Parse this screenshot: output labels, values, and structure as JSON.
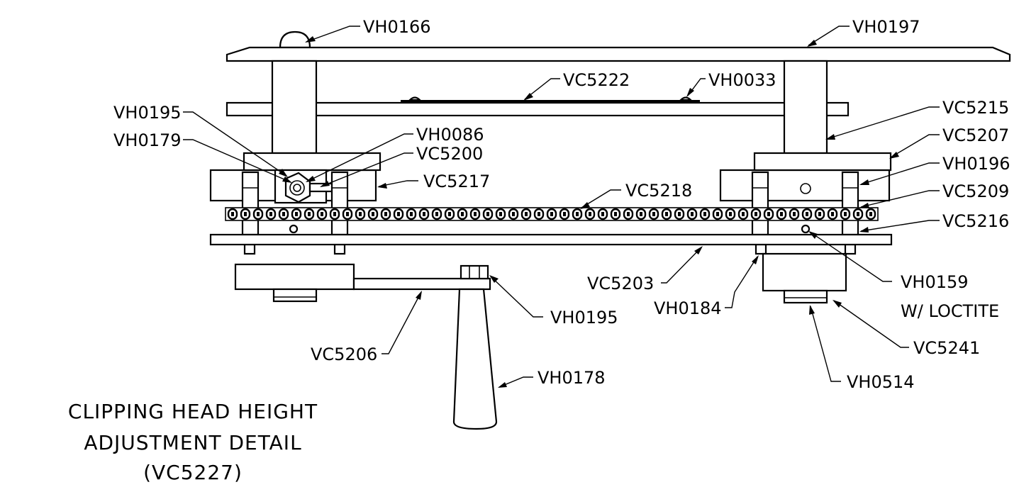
{
  "diagram": {
    "title_lines": [
      "CLIPPING HEAD HEIGHT",
      "ADJUSTMENT DETAIL",
      "(VC5227)"
    ],
    "labels": {
      "vh0166": "VH0166",
      "vh0197": "VH0197",
      "vc5222": "VC5222",
      "vh0033": "VH0033",
      "vh0195_top": "VH0195",
      "vh0179": "VH0179",
      "vh0086": "VH0086",
      "vc5200": "VC5200",
      "vc5217": "VC5217",
      "vc5218": "VC5218",
      "vc5215": "VC5215",
      "vc5207": "VC5207",
      "vh0196": "VH0196",
      "vc5209": "VC5209",
      "vc5216": "VC5216",
      "vc5203": "VC5203",
      "vh0184": "VH0184",
      "vh0159": "VH0159",
      "loctite": "W/ LOCTITE",
      "vh0195_bottom": "VH0195",
      "vc5241": "VC5241",
      "vh0514": "VH0514",
      "vc5206": "VC5206",
      "vh0178": "VH0178"
    }
  }
}
